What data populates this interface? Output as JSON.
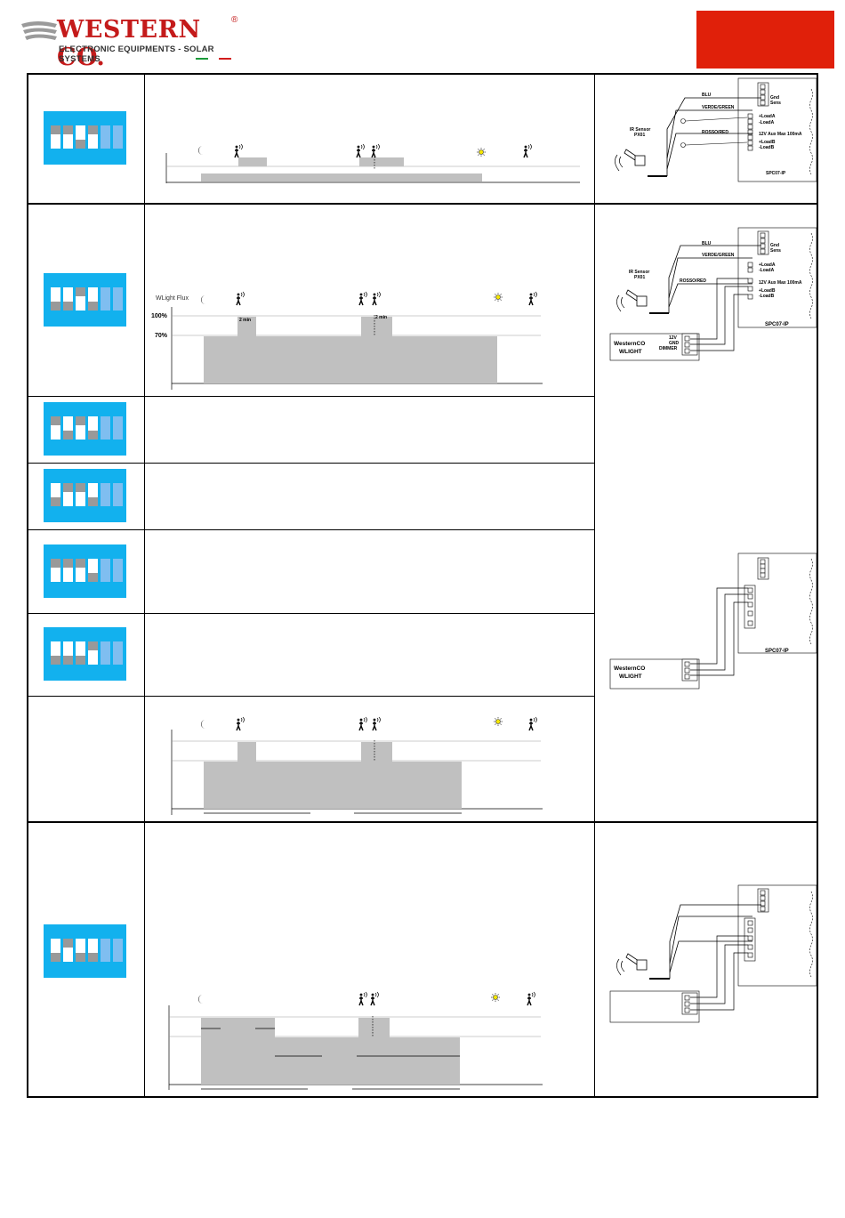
{
  "header": {
    "brand": "WESTERN CO.",
    "registered_mark": "®",
    "tagline": "ELECTRONIC EQUIPMENTS - SOLAR SYSTEMS",
    "red_box_color": "#e0200a",
    "dip_color": "#12b1ee"
  },
  "charts": {
    "flux_label": "WLight Flux",
    "level_100": "100%",
    "level_70": "70%",
    "pulse_label": "2 min"
  },
  "wiring": {
    "blu": "BLU",
    "verde": "VERDE/GREEN",
    "rosso": "ROSSO/RED",
    "gnd": "Gnd",
    "sens": "Sens",
    "load_a_pos": "+LoadA",
    "load_a_neg": "-LoadA",
    "aux": "12V Aux Max 100mA",
    "load_b_pos": "+LoadB",
    "load_b_neg": "-LoadB",
    "ir_sensor": "IR Sensor",
    "px01": "PX01",
    "controller": "SPC07-IP",
    "wlight_name": "WesternCO",
    "wlight_model": "WLIGHT",
    "dim_12v": "12V",
    "dim_gnd": "GND",
    "dim_dimmer": "DIMMER"
  }
}
